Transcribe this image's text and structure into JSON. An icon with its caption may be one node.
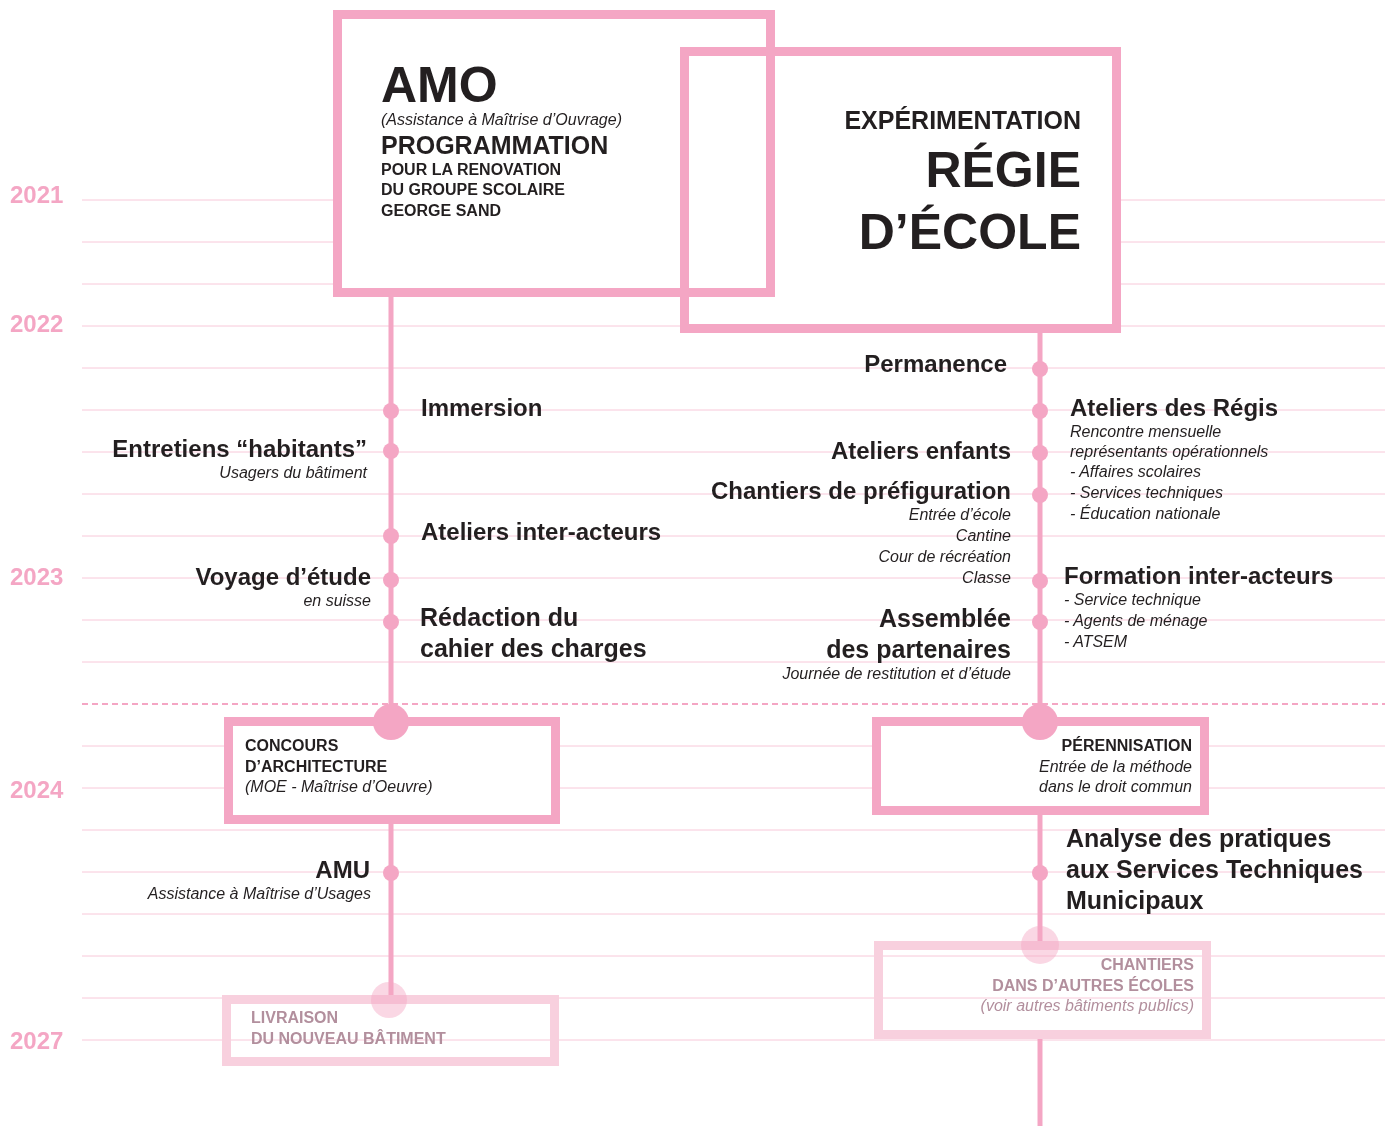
{
  "diagram": {
    "nodes": [
      {
        "text": [
          "AMO",
          "(Assistance à Maîtrise d’Ouvrage)",
          "PROGRAMMATION",
          "POUR LA RENOVATION DU GROUPE SCOLAIRE GEORGE SAND"
        ]
      },
      {
        "text": [
          "EXPÉRIMENTATION",
          "RÉGIE D’ÉCOLE"
        ]
      },
      {
        "text": [
          "CONCOURS D’ARCHITECTURE",
          "(MOE - Maîtrise d’Oeuvre)"
        ]
      },
      {
        "text": [
          "LIVRAISON DU NOUVEAU BÂTIMENT"
        ]
      },
      {
        "text": [
          "PÉRENNISATION",
          "Entrée de la méthode dans le droit commun"
        ]
      },
      {
        "text": [
          "CHANTIERS DANS D’AUTRES ÉCOLES",
          "(voir autres bâtiments publics)"
        ]
      }
    ],
    "edges": [
      {
        "from": 0,
        "to": 2,
        "arrow": "none"
      },
      {
        "from": 2,
        "to": 3,
        "arrow": "none"
      },
      {
        "from": 1,
        "to": 4,
        "arrow": "none"
      },
      {
        "from": 4,
        "to": 5,
        "arrow": "none"
      },
      {
        "from": 5,
        "to": null,
        "arrow": "none"
      }
    ],
    "labels": [
      "2021",
      "2022",
      "Permanence",
      "Immersion",
      "Ateliers des Régis",
      "Rencontre mensuelle représentants opérationnels",
      "- Affaires scolaires",
      "- Services techniques",
      "- Éducation nationale",
      "Entretiens “habitants”",
      "Usagers du bâtiment",
      "Ateliers enfants",
      "Chantiers de préfiguration",
      "Entrée d’école",
      "Cantine",
      "Cour de récréation",
      "Classe",
      "Ateliers inter-acteurs",
      "2023",
      "Voyage d’étude",
      "en suisse",
      "Formation inter-acteurs",
      "- Service technique",
      "- Agents de ménage",
      "- ATSEM",
      "Rédaction du cahier des charges",
      "Assemblée des partenaires",
      "Journée de restitution et d’étude",
      "2024",
      "AMU",
      "Assistance à Maîtrise d’Usages",
      "Analyse des pratiques aux Services Techniques Municipaux",
      "2027"
    ]
  }
}
